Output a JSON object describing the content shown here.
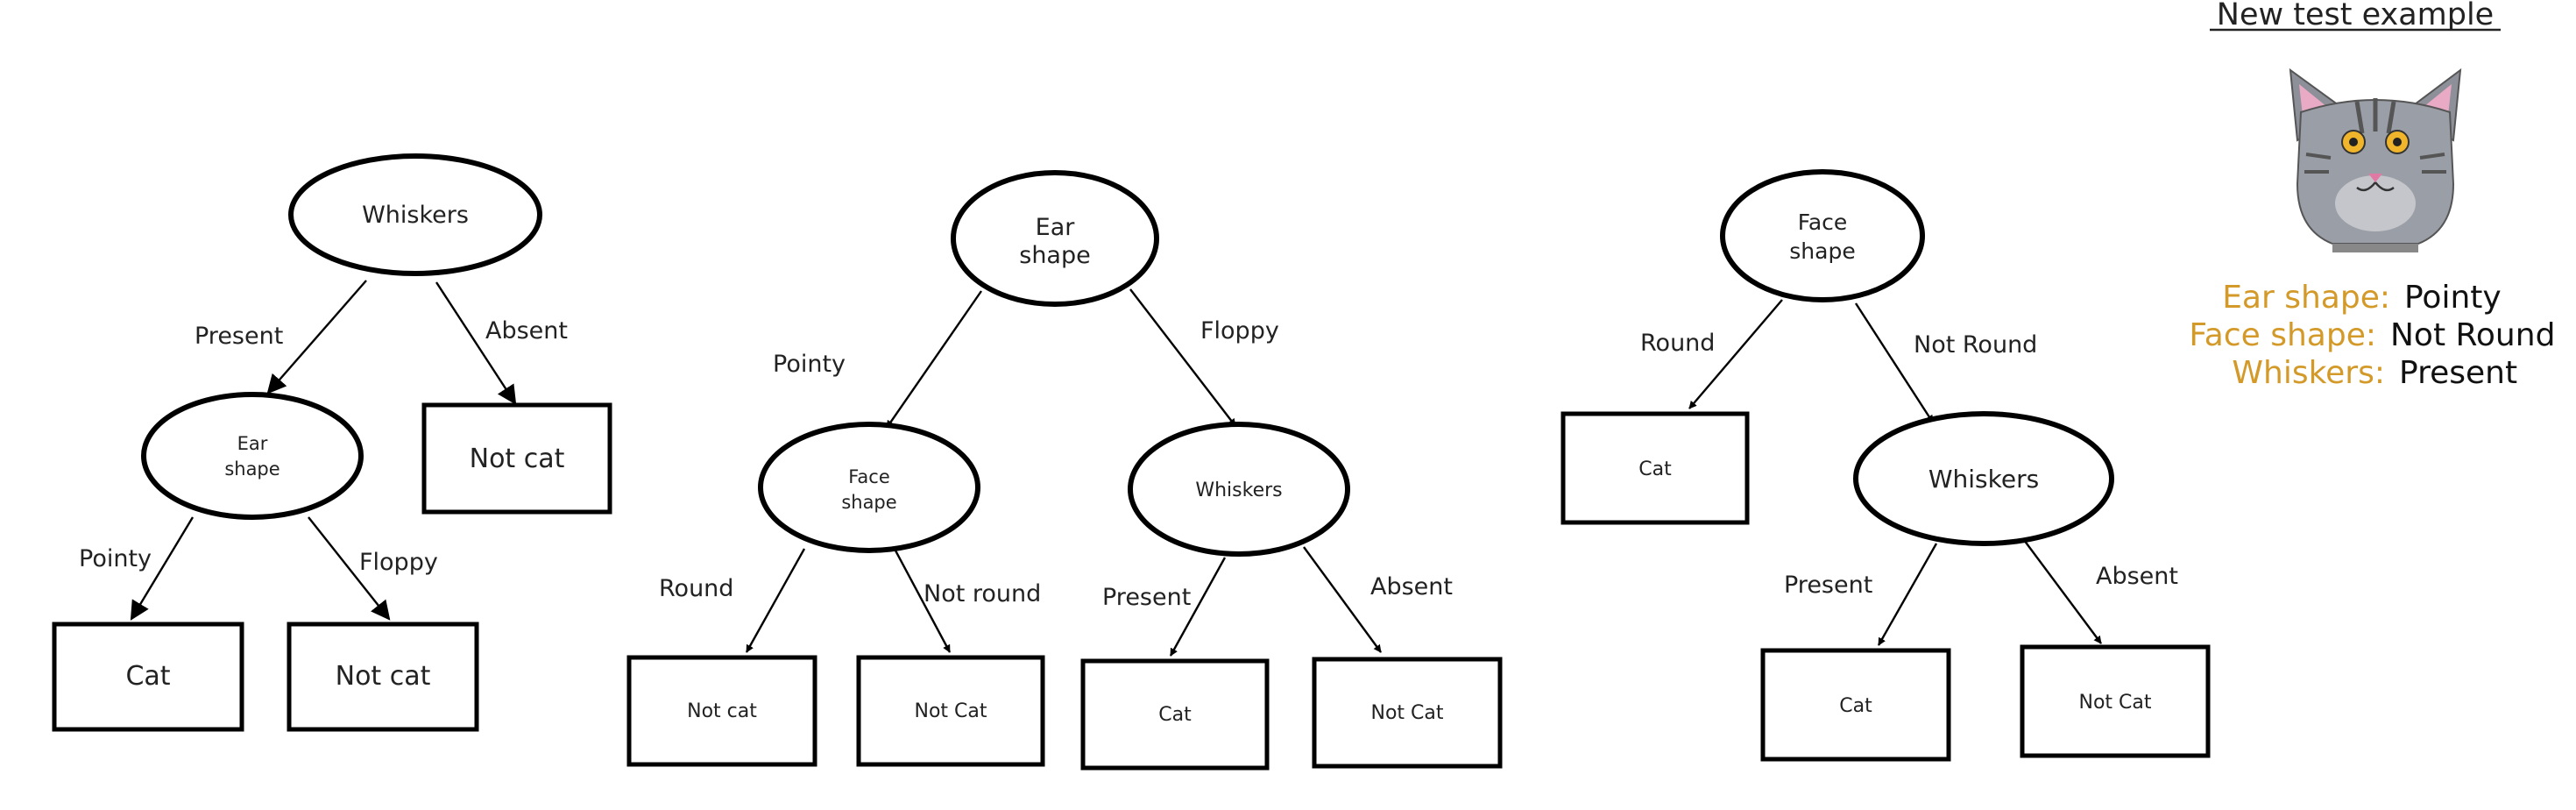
{
  "header": {
    "title": "New test example"
  },
  "test_example": {
    "icon": "cat-face-icon",
    "features": [
      {
        "key": "Ear shape:",
        "value": "Pointy"
      },
      {
        "key": "Face shape:",
        "value": "Not Round"
      },
      {
        "key": "Whiskers:",
        "value": "Present"
      }
    ],
    "colors": {
      "key": "#d39a2a",
      "value": "#111111"
    }
  },
  "trees": [
    {
      "root": {
        "lines": [
          "Whiskers"
        ]
      },
      "root_edges": [
        "Present",
        "Absent"
      ],
      "sub": {
        "lines": [
          "Ear",
          "shape"
        ]
      },
      "sub_edges": [
        "Pointy",
        "Floppy"
      ],
      "leaves": [
        "Cat",
        "Not cat",
        "Not cat"
      ]
    },
    {
      "root": {
        "lines": [
          "Ear",
          "shape"
        ]
      },
      "root_edges": [
        "Pointy",
        "Floppy"
      ],
      "left": {
        "lines": [
          "Face",
          "shape"
        ]
      },
      "left_edges": [
        "Round",
        "Not round"
      ],
      "right": {
        "lines": [
          "Whiskers"
        ]
      },
      "right_edges": [
        "Present",
        "Absent"
      ],
      "leaves": [
        "Not cat",
        "Not Cat",
        "Cat",
        "Not Cat"
      ]
    },
    {
      "root": {
        "lines": [
          "Face",
          "shape"
        ]
      },
      "root_edges": [
        "Round",
        "Not Round"
      ],
      "sub": {
        "lines": [
          "Whiskers"
        ]
      },
      "sub_edges": [
        "Present",
        "Absent"
      ],
      "leaves": [
        "Cat",
        "Cat",
        "Not Cat"
      ]
    }
  ]
}
